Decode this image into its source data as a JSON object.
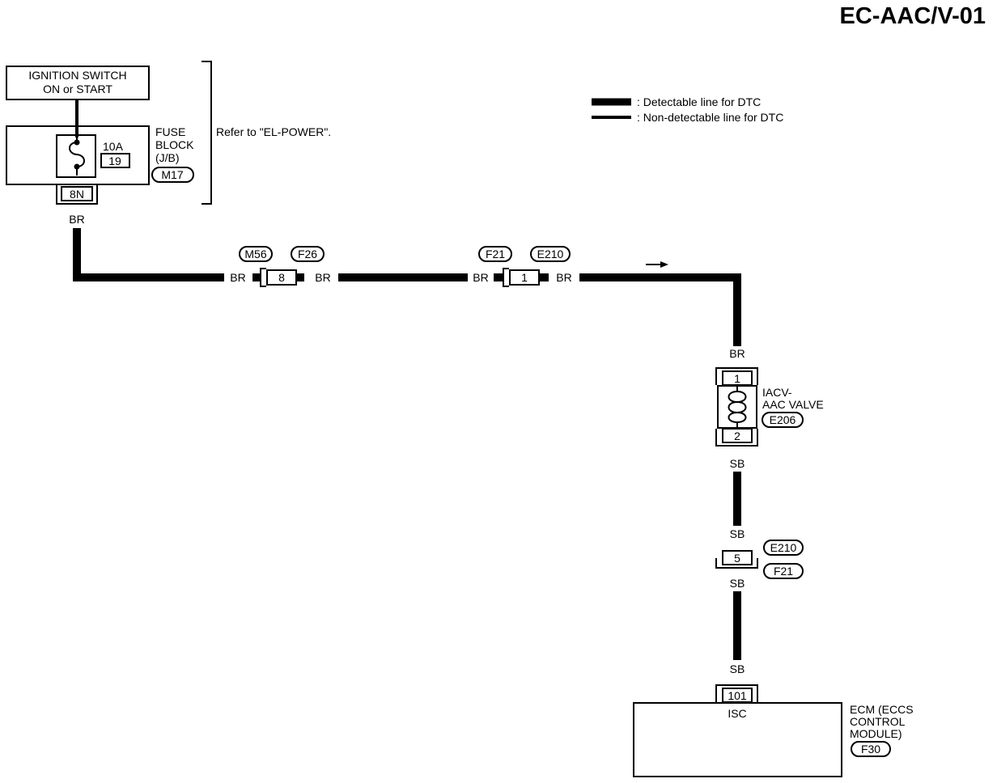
{
  "header": {
    "title": "EC-AAC/V-01"
  },
  "legend": {
    "detectable": ": Detectable line for DTC",
    "non_detectable": ": Non-detectable line for DTC"
  },
  "ignition": {
    "line1": "IGNITION SWITCH",
    "line2": "ON or START"
  },
  "fuse_block": {
    "line1": "FUSE",
    "line2": "BLOCK",
    "line3": "(J/B)",
    "rating": "10A",
    "number": "19",
    "connector": "M17",
    "terminal": "8N",
    "refer": "Refer to \"EL-POWER\"."
  },
  "wires": {
    "br_fuse": "BR",
    "br_m56_left": "BR",
    "br_m56_right": "BR",
    "br_f21_left": "BR",
    "br_f21_right": "BR",
    "br_valve_top": "BR",
    "sb_valve_bottom": "SB",
    "sb_e210_top": "SB",
    "sb_e210_bottom": "SB",
    "sb_ecm": "SB"
  },
  "junction_m56_f26": {
    "left_tag": "M56",
    "right_tag": "F26",
    "pin": "8"
  },
  "junction_f21_e210": {
    "left_tag": "F21",
    "right_tag": "E210",
    "pin": "1"
  },
  "valve": {
    "line1": "IACV-",
    "line2": "AAC VALVE",
    "connector": "E206",
    "pin_top": "1",
    "pin_bottom": "2"
  },
  "junction_e210_f21": {
    "top_tag": "E210",
    "bottom_tag": "F21",
    "pin": "5"
  },
  "ecm": {
    "line1": "ECM (ECCS",
    "line2": "CONTROL",
    "line3": "MODULE)",
    "connector": "F30",
    "pin": "101",
    "terminal_label": "ISC"
  }
}
